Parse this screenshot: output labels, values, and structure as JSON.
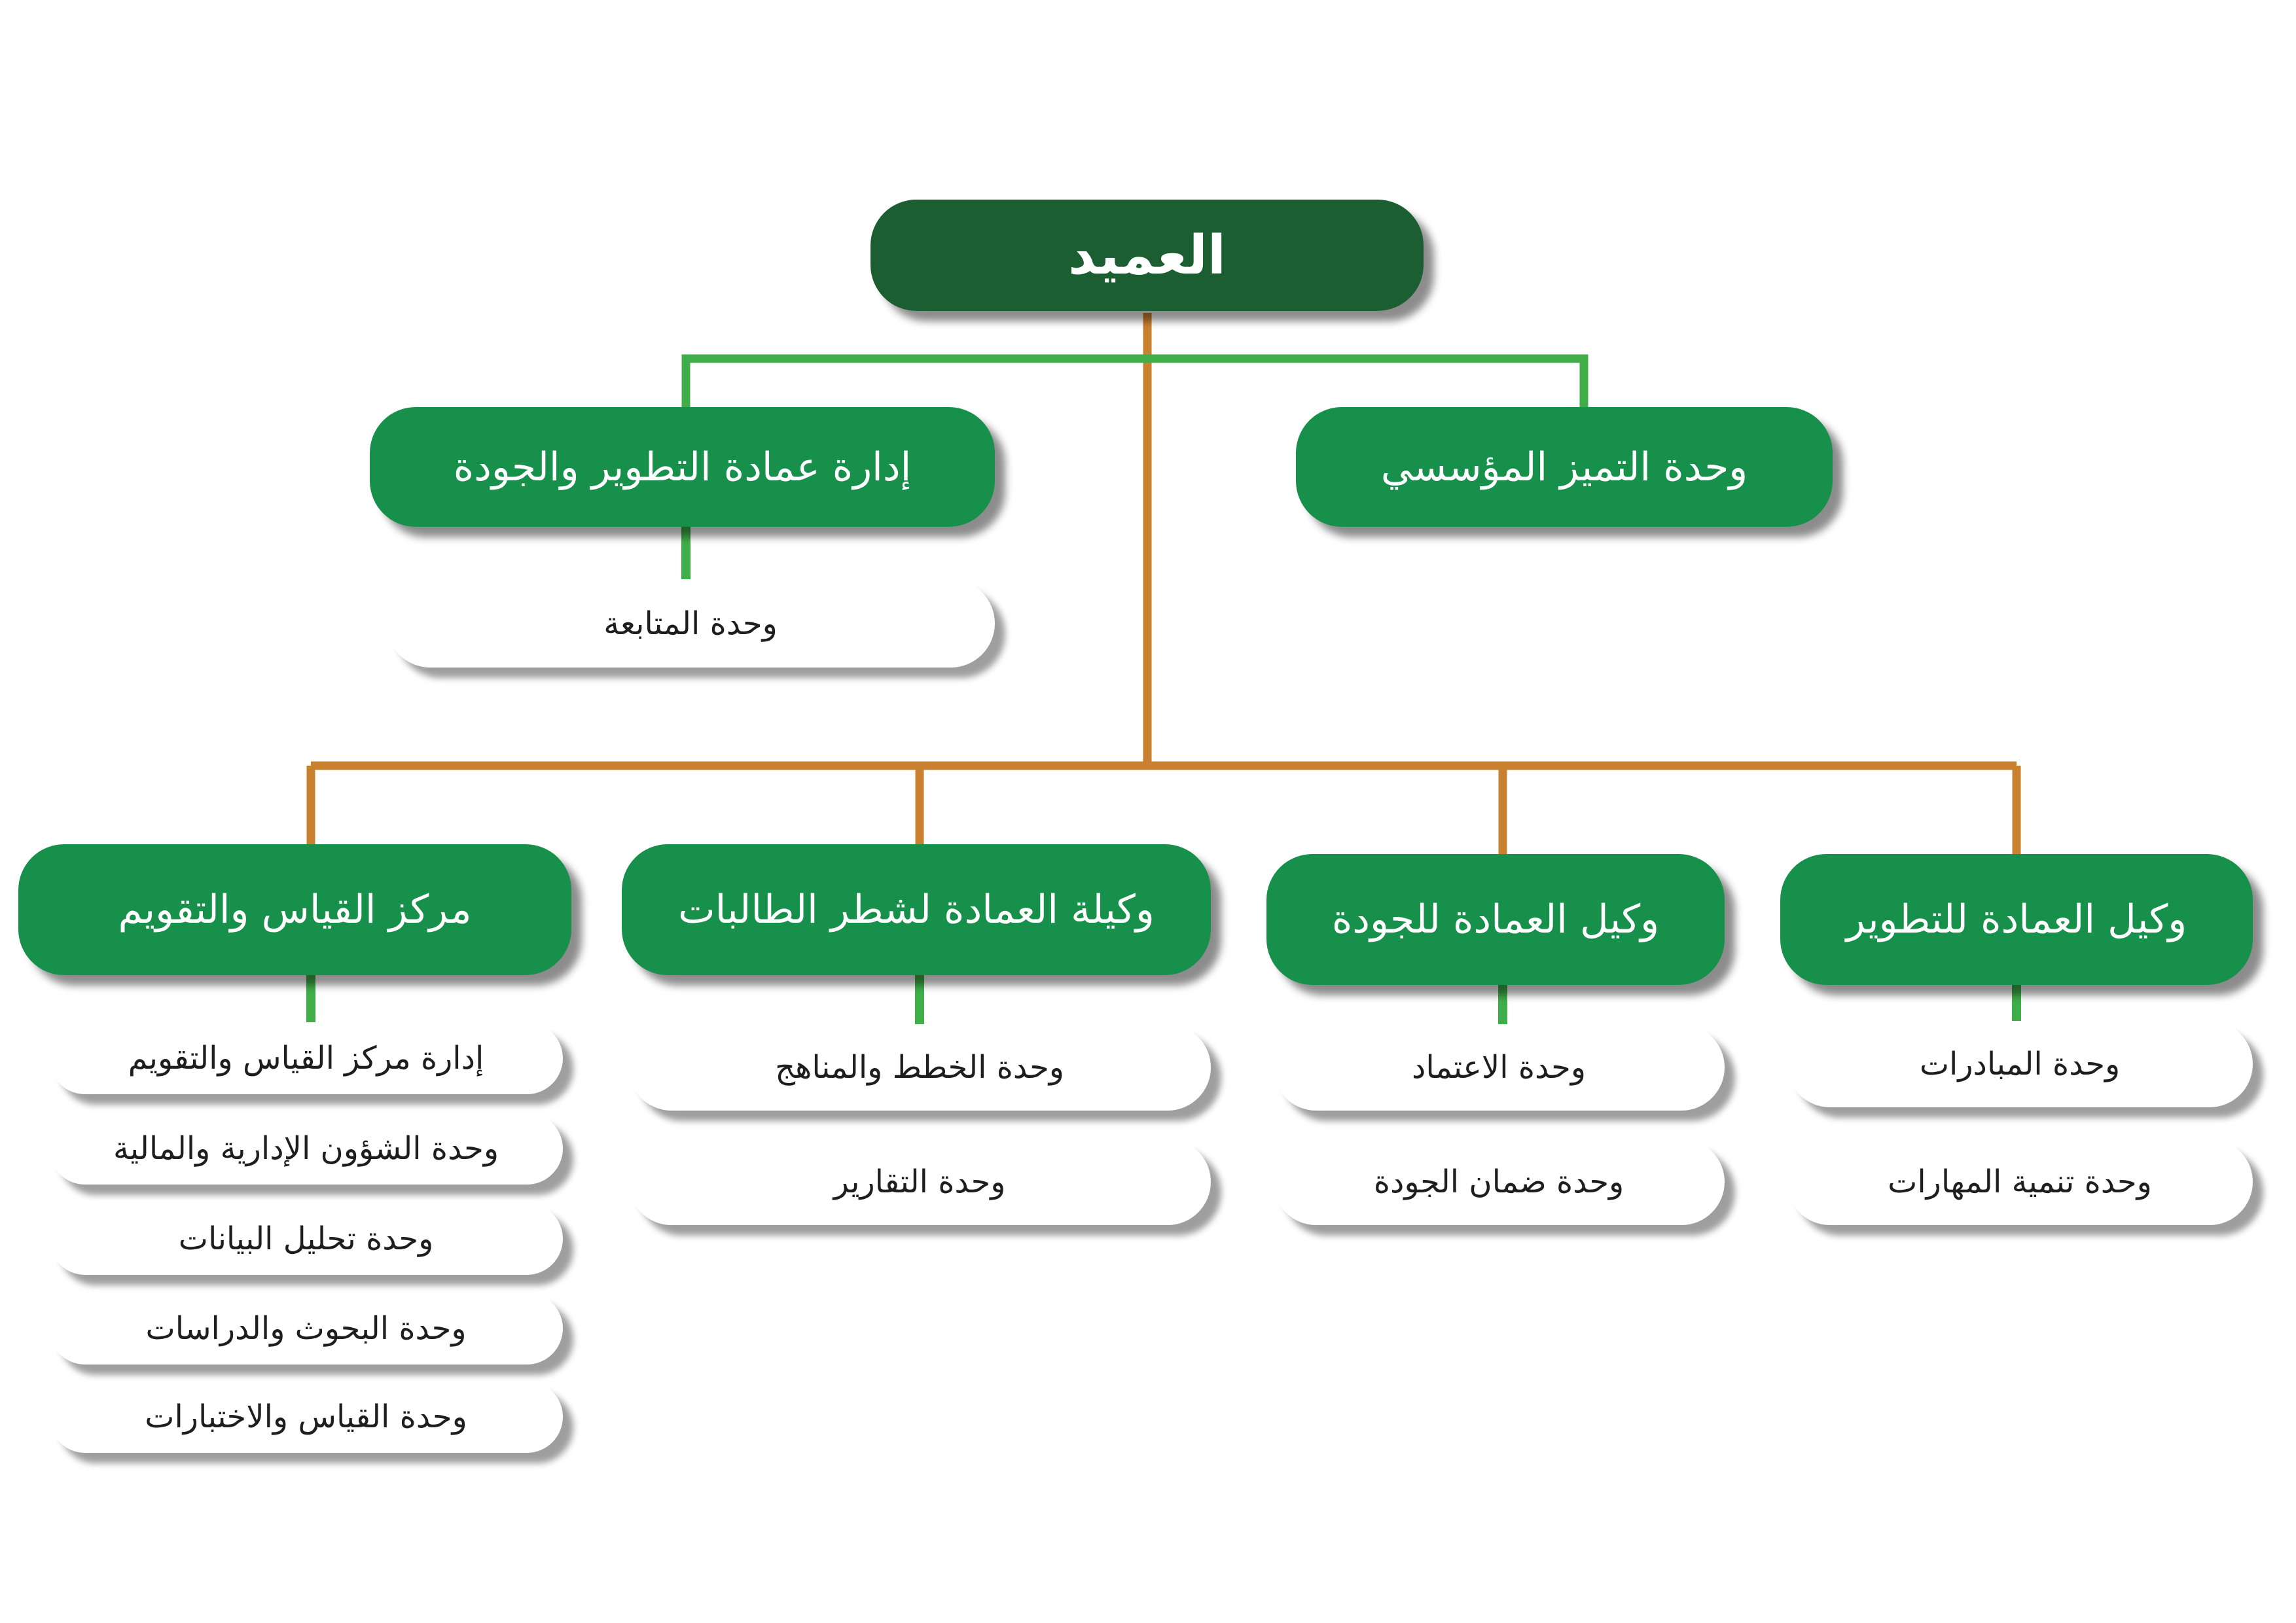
{
  "colors": {
    "root_fill": "#1b5e31",
    "level_fill": "#16904a",
    "unit_fill": "#ffffff",
    "green_connector": "#3fae49",
    "orange_connector": "#c98130"
  },
  "dean": {
    "label": "العميد"
  },
  "upper": {
    "institutional_excellence": {
      "label": "وحدة التميز المؤسسي"
    },
    "development_quality_admin": {
      "label": "إدارة عمادة التطوير والجودة",
      "units": [
        {
          "label": "وحدة المتابعة"
        }
      ]
    }
  },
  "vice_deans": [
    {
      "label": "وكيل العمادة للتطوير",
      "units": [
        {
          "label": "وحدة المبادرات"
        },
        {
          "label": "وحدة تنمية المهارات"
        }
      ]
    },
    {
      "label": "وكيل العمادة للجودة",
      "units": [
        {
          "label": "وحدة الاعتماد"
        },
        {
          "label": "وحدة ضمان الجودة"
        }
      ]
    },
    {
      "label": "وكيلة العمادة لشطر الطالبات",
      "units": [
        {
          "label": "وحدة الخطط والمناهج"
        },
        {
          "label": "وحدة التقارير"
        }
      ]
    },
    {
      "label": "مركز القياس والتقويم",
      "units": [
        {
          "label": "إدارة مركز القياس والتقويم"
        },
        {
          "label": "وحدة الشؤون الإدارية والمالية"
        },
        {
          "label": "وحدة تحليل البيانات"
        },
        {
          "label": "وحدة البحوث والدراسات"
        },
        {
          "label": "وحدة القياس والاختبارات"
        }
      ]
    }
  ]
}
